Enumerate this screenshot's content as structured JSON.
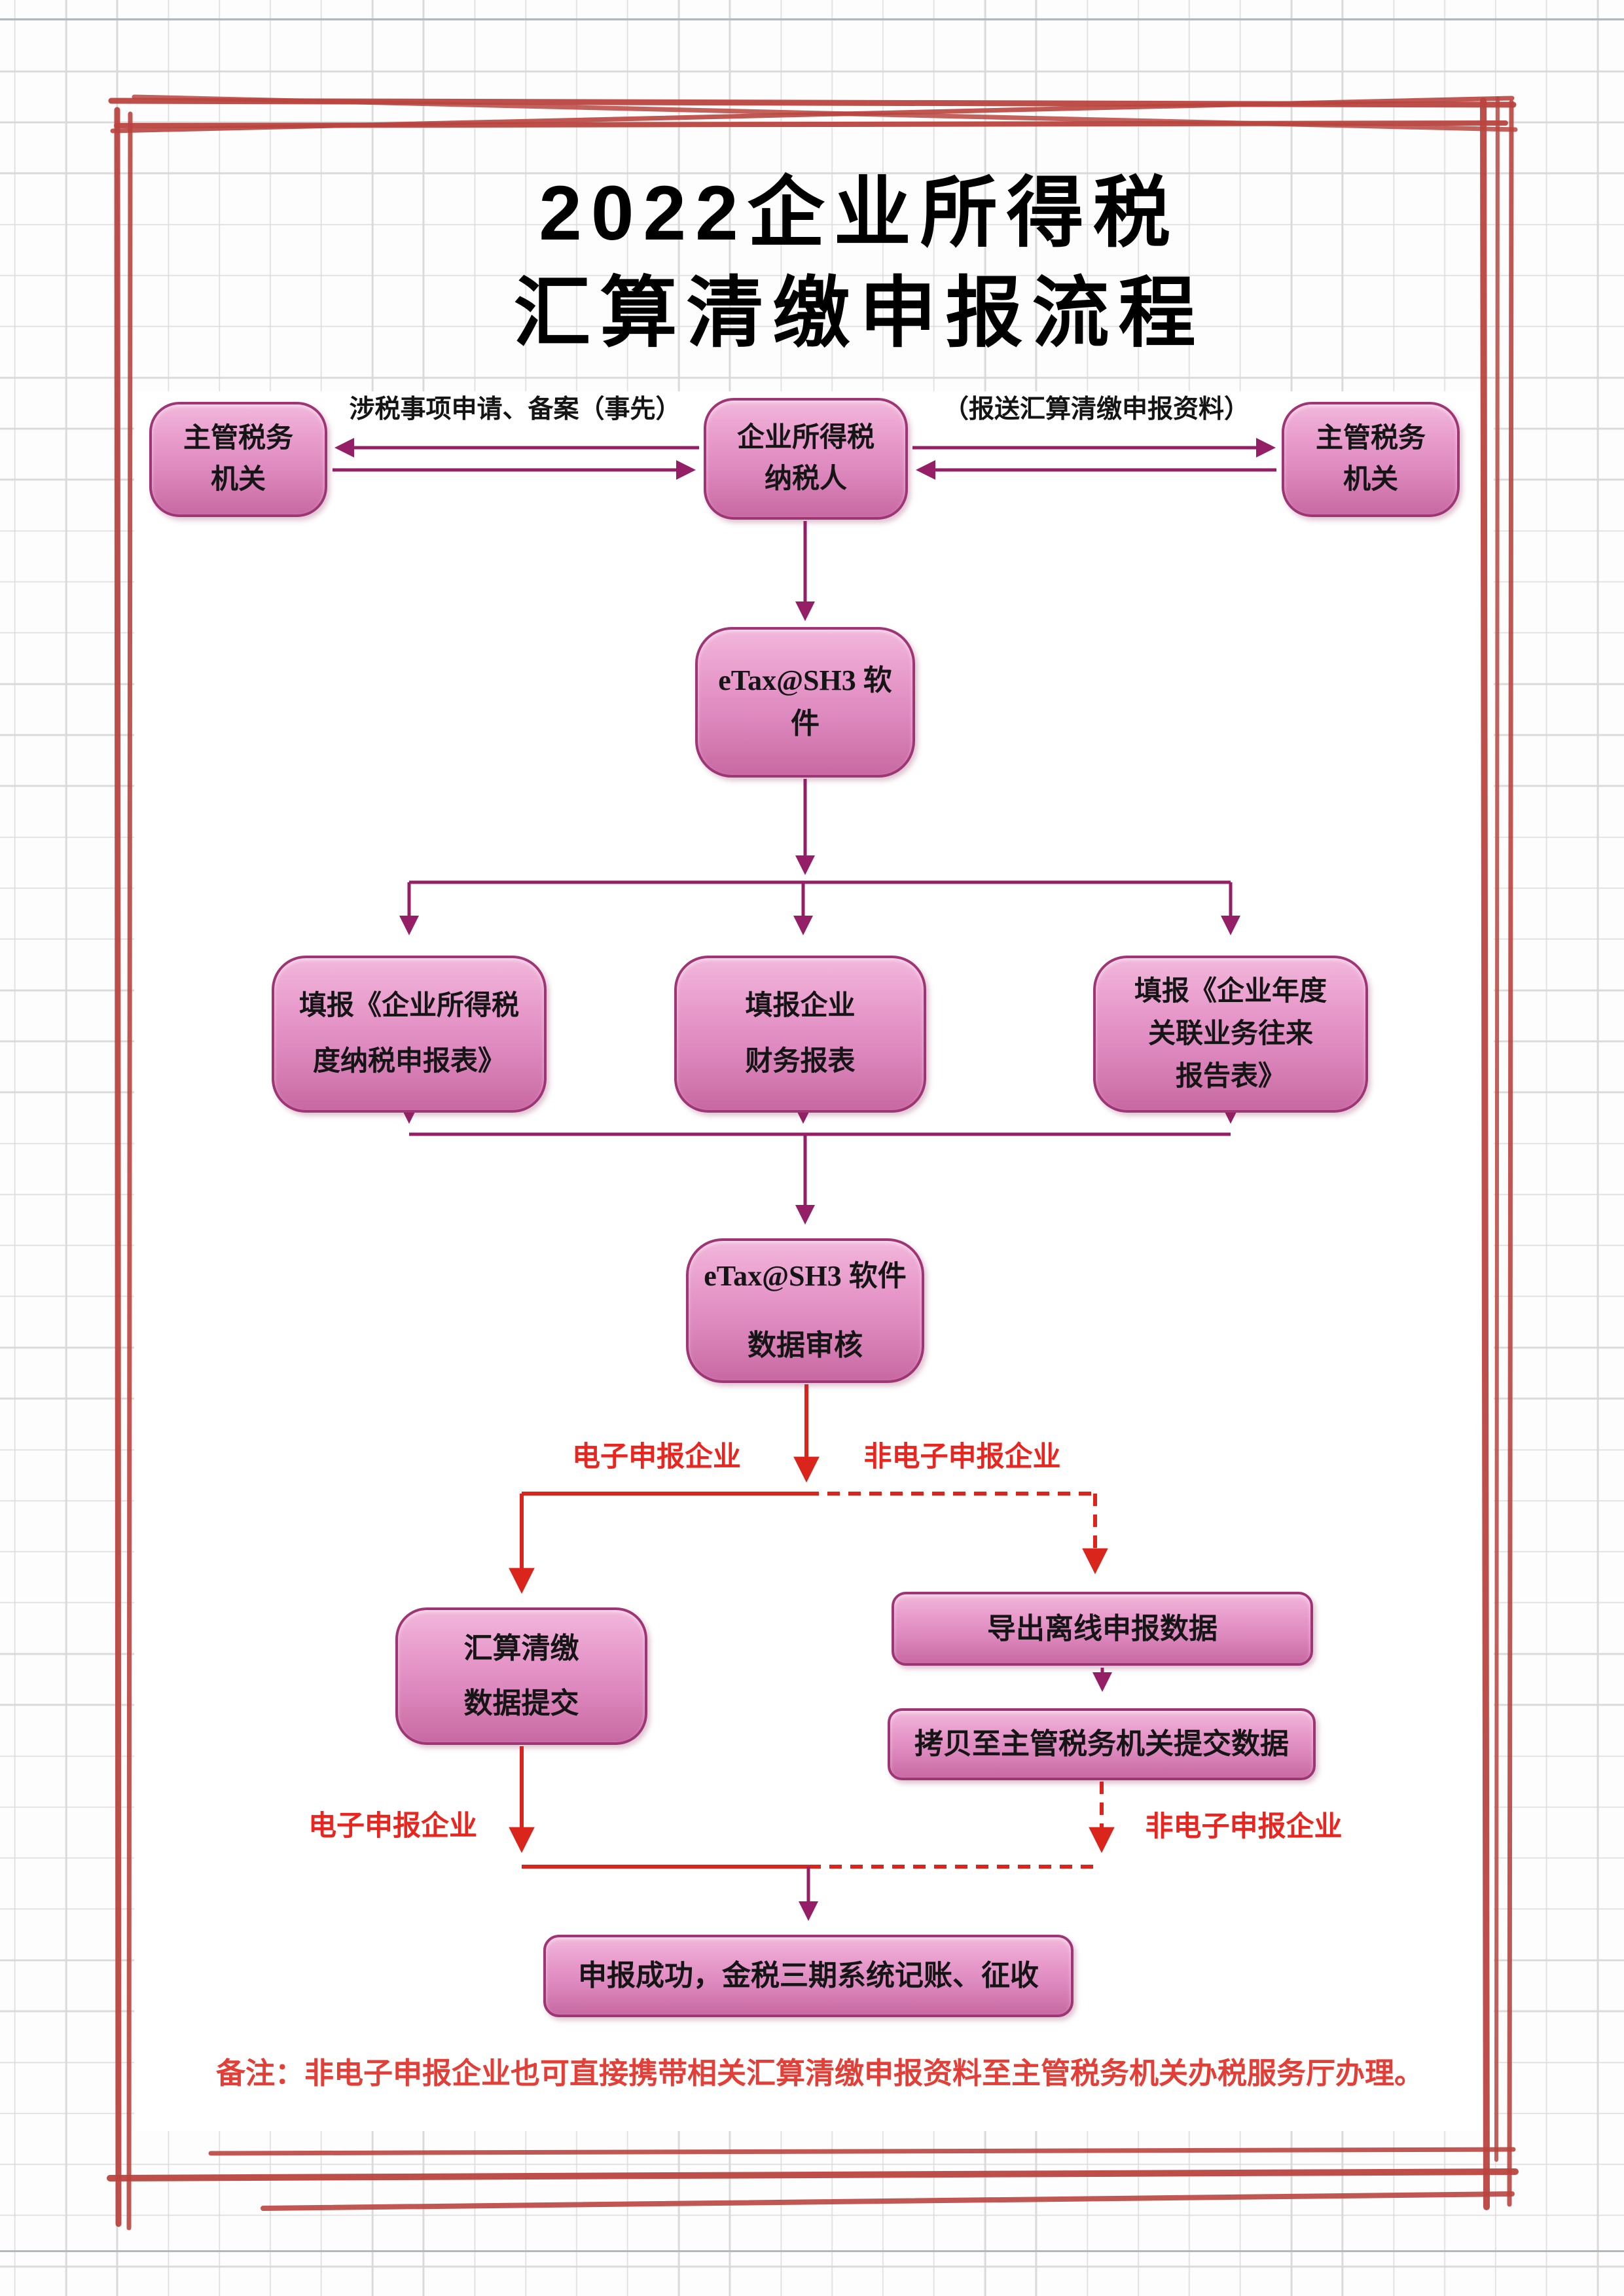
{
  "title": {
    "line1": "2022企业所得税",
    "line2": "汇算清缴申报流程"
  },
  "nodes": {
    "authority_left": {
      "lines": [
        "主管税务",
        "机关"
      ]
    },
    "taxpayer": {
      "lines": [
        "企业所得税",
        "纳税人"
      ]
    },
    "authority_right": {
      "lines": [
        "主管税务",
        "机关"
      ]
    },
    "etax_software": {
      "lines": [
        "eTax@SH3 软",
        "件"
      ]
    },
    "form_tax_return": {
      "lines": [
        "填报《企业所得税",
        "度纳税申报表》"
      ]
    },
    "form_financial": {
      "lines": [
        "填报企业",
        "财务报表"
      ]
    },
    "form_related": {
      "lines": [
        "填报《企业年度",
        "关联业务往来",
        "报告表》"
      ]
    },
    "data_audit": {
      "lines": [
        "eTax@SH3 软件",
        "数据审核"
      ]
    },
    "settlement_submit": {
      "lines": [
        "汇算清缴",
        "数据提交"
      ]
    },
    "export_offline": {
      "lines": [
        "导出离线申报数据"
      ]
    },
    "copy_to_authority": {
      "lines": [
        "拷贝至主管税务机关提交数据"
      ]
    },
    "declare_success": {
      "lines": [
        "申报成功，金税三期系统记账、征收"
      ]
    }
  },
  "edge_labels": {
    "pre_filing": "涉税事项申请、备案（事先）",
    "submit_docs": "（报送汇算清缴申报资料）",
    "electronic_1": "电子申报企业",
    "non_electronic_1": "非电子申报企业",
    "electronic_2": "电子申报企业",
    "non_electronic_2": "非电子申报企业"
  },
  "note": "备注：非电子申报企业也可直接携带相关汇算清缴申报资料至主管税务机关办税服务厅办理。",
  "colors": {
    "box_border": "#9e3574",
    "box_fill_top": "#f2b7db",
    "box_fill_bottom": "#c868a3",
    "arrow_magenta": "#941f66",
    "arrow_red": "#da251d",
    "label_red": "#e8251f",
    "note_red": "#e23f38",
    "frame_red": "#b9453f",
    "grid_gray": "#d9d9d9",
    "grid_dark": "#b3b8bd"
  }
}
